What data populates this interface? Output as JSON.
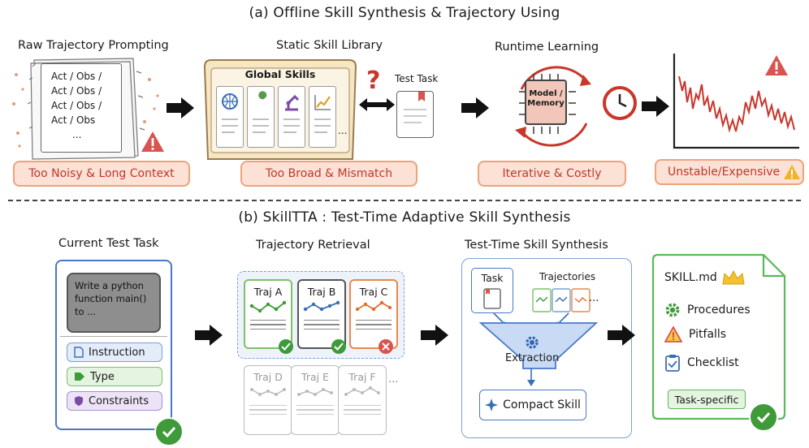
{
  "part_a": {
    "title": "(a) Offline Skill Synthesis & Trajectory Using",
    "raw": {
      "heading": "Raw Trajectory Prompting",
      "lines": [
        "Act / Obs /",
        "Act / Obs /",
        "Act / Obs /",
        "Act / Obs",
        "..."
      ],
      "pill": "Too Noisy & Long Context"
    },
    "static": {
      "heading": "Static Skill Library",
      "board_title": "Global Skills",
      "more": "...",
      "test_task": "Test Task",
      "question": "?",
      "pill": "Too Broad & Mismatch"
    },
    "runtime": {
      "heading": "Runtime Learning",
      "chip": "Model / Memory",
      "pill": "Iterative & Costly"
    },
    "unstable": {
      "pill": "Unstable/Expensive"
    }
  },
  "part_b": {
    "title": "(b) SkillTTA : Test-Time Adaptive Skill Synthesis",
    "current": {
      "heading": "Current Test Task",
      "prompt": "Write a python function main() to ...",
      "fields": [
        "Instruction",
        "Type",
        "Constraints"
      ]
    },
    "retrieval": {
      "heading": "Trajectory Retrieval",
      "top": [
        "Traj A",
        "Traj B",
        "Traj C"
      ],
      "bottom": [
        "Traj D",
        "Traj E",
        "Traj F"
      ],
      "more": "..."
    },
    "synthesis": {
      "heading": "Test-Time Skill Synthesis",
      "task": "Task",
      "trajectories": "Trajectories",
      "more": "...",
      "funnel": "Extraction",
      "output": "Compact Skill"
    },
    "skill": {
      "file": "SKILL.md",
      "items": [
        "Procedures",
        "Pitfalls",
        "Checklist"
      ],
      "tag": "Task-specific"
    }
  },
  "colors": {
    "pill_bg": "#fbe1d6",
    "pill_border": "#f0a27a",
    "pill_text": "#c0392b",
    "blue": "#4a78c8",
    "green": "#5cb85c",
    "purple": "#8e6cc8",
    "orange": "#e8894a",
    "red": "#c94a3a"
  }
}
